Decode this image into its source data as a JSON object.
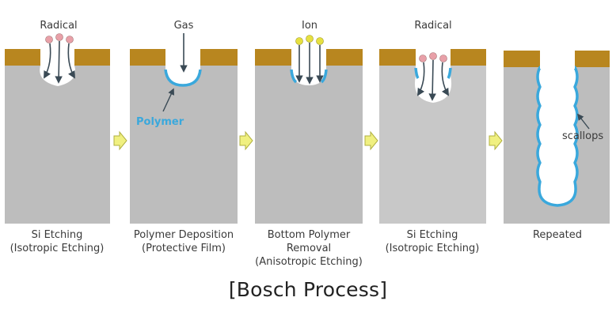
{
  "diagram": {
    "title": "[Bosch Process]",
    "steps": [
      {
        "top_label": "Radical",
        "caption": [
          "Si Etching",
          "(Isotropic Etching)"
        ]
      },
      {
        "top_label": "Gas",
        "caption": [
          "Polymer Deposition",
          "(Protective Film)"
        ]
      },
      {
        "top_label": "Ion",
        "caption": [
          "Bottom Polymer",
          "Removal",
          "(Anisotropic Etching)"
        ]
      },
      {
        "top_label": "Radical",
        "caption": [
          "Si Etching",
          "(Isotropic Etching)"
        ]
      },
      {
        "top_label": "",
        "caption": [
          "Repeated"
        ]
      }
    ],
    "annotations": {
      "polymer": "Polymer",
      "scallops": "scallops"
    },
    "colors": {
      "silicon": "#bdbdbd",
      "mask": "#b8861f",
      "polymer": "#3aa8dc",
      "radical": "#e8a0a8",
      "ion": "#e6e040",
      "arrow_fill": "#f0f080",
      "arrow_stroke": "#b0b040"
    }
  }
}
